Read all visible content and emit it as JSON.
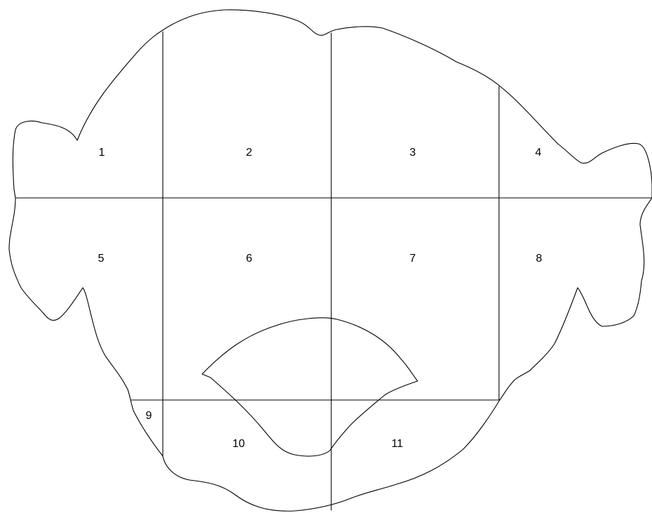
{
  "diagram": {
    "line_color": "#000000",
    "background": "#ffffff",
    "regions": [
      {
        "id": "1",
        "label": "1"
      },
      {
        "id": "2",
        "label": "2"
      },
      {
        "id": "3",
        "label": "3"
      },
      {
        "id": "4",
        "label": "4"
      },
      {
        "id": "5",
        "label": "5"
      },
      {
        "id": "6",
        "label": "6"
      },
      {
        "id": "7",
        "label": "7"
      },
      {
        "id": "8",
        "label": "8"
      },
      {
        "id": "9",
        "label": "9"
      },
      {
        "id": "10",
        "label": "10"
      },
      {
        "id": "11",
        "label": "11"
      }
    ]
  }
}
